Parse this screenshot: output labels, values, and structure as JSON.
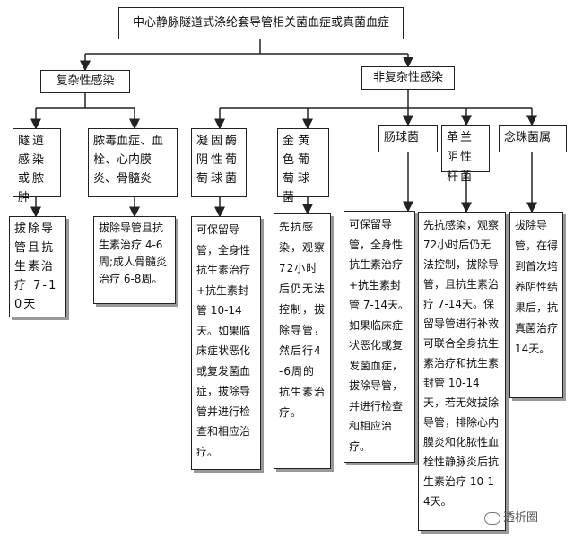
{
  "title": "中心静脉隧道式涤纶套导管相关菌血症或真菌血症",
  "branches": {
    "complicated": "复杂性感染",
    "uncomplicated": "非复杂性感染"
  },
  "categories": [
    {
      "id": "tunnel",
      "label": "隧道感染或脓肿",
      "treatment": "拔除导管且抗生素治疗 7-10天"
    },
    {
      "id": "septic",
      "label": "脓毒血症、血栓、心内膜炎、骨髓炎",
      "treatment": "拔除导管且抗生素治疗 4-6周;成人骨髓炎治疗 6-8周。"
    },
    {
      "id": "cons",
      "label": "凝固酶阴性葡萄球菌",
      "treatment": "可保留导管，全身性抗生素治疗+抗生素封管 10-14天。如果临床症状恶化或复发菌血症，拔除导管并进行检查和相应治疗。"
    },
    {
      "id": "staph",
      "label": "金黄色葡萄球菌",
      "treatment": "先抗感染，观察72小时后仍无法控制，拔除导管，然后行4-6周的抗生素治疗。"
    },
    {
      "id": "entero",
      "label": "肠球菌",
      "treatment": "可保留导管，全身性抗生素治疗+抗生素封管 7-14天。如果临床症状恶化或复发菌血症，拔除导管，并进行检查和相应治疗。"
    },
    {
      "id": "gramneg",
      "label": "革兰阴性杆菌",
      "treatment": "先抗感染，观察72小时后仍无法控制，拔除导管，且抗生素治疗 7-14天。保留导管进行补救可联合全身抗生素治疗和抗生素封管 10-14天，若无效拔除导管，排除心内膜炎和化脓性血栓性静脉炎后抗生素治疗 10-14天。"
    },
    {
      "id": "candida",
      "label": "念珠菌属",
      "treatment": "拔除导管，在得到首次培养阴性结果后，抗真菌治疗 14天。"
    }
  ],
  "watermark": "透析圈"
}
